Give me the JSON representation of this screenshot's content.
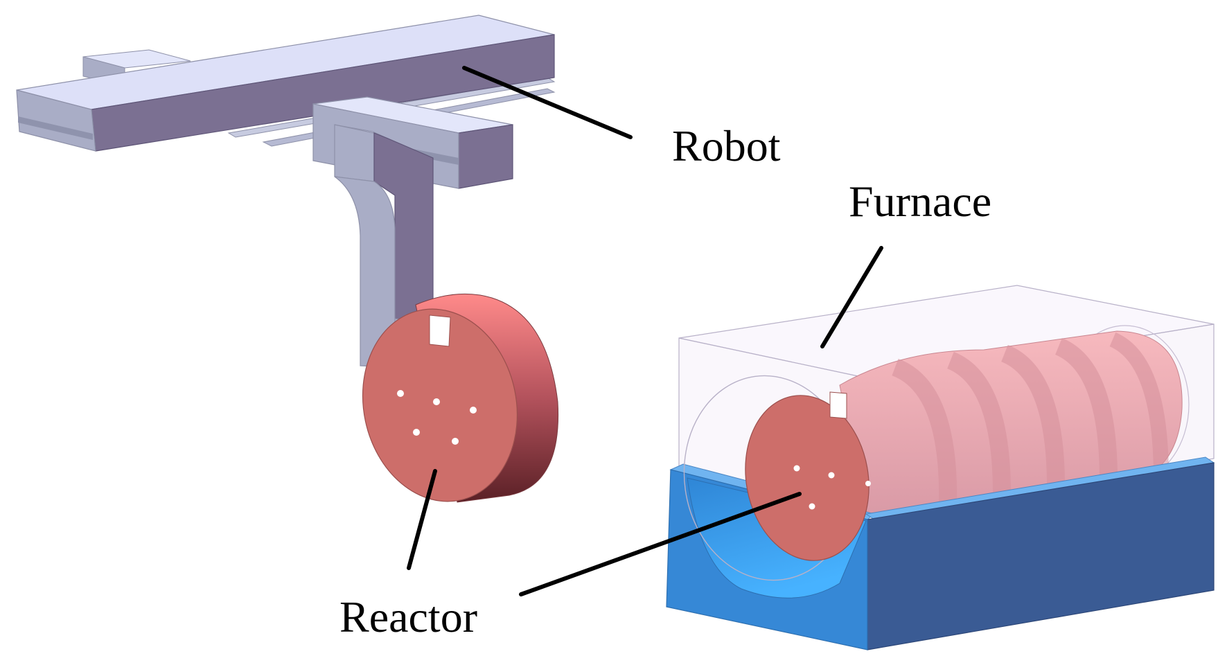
{
  "labels": {
    "robot": "Robot",
    "furnace": "Furnace",
    "reactor": "Reactor"
  },
  "colors": {
    "rail_top": "#dde0f8",
    "rail_front": "#7b7092",
    "rail_side": "#a9adc6",
    "reactor_face": "#cd6e6a",
    "reactor_rim": "#e5797a",
    "reactor_shadow": "#6b2a2f",
    "furnace_outer": "#3a5b94",
    "furnace_inner": "#3e9ae8",
    "furnace_edge": "#70b4f0",
    "reactor_inside": "#f4aeb4",
    "leader_line": "#000000"
  }
}
